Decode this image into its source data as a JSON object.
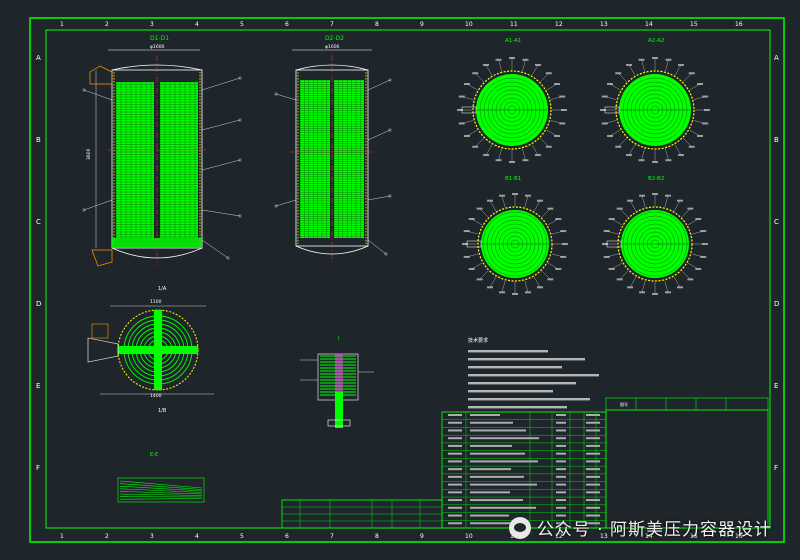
{
  "colors": {
    "bg": "#1f262b",
    "frame": "#00ff00",
    "green": "#00ff00",
    "yellow": "#ffff00",
    "white": "#ffffff",
    "red": "#ff3030",
    "cyan": "#00ffff",
    "magenta": "#ff40ff",
    "orange": "#ff9900"
  },
  "grid": {
    "top_numbers": [
      "1",
      "2",
      "3",
      "4",
      "5",
      "6",
      "7",
      "8",
      "9",
      "10",
      "11",
      "12",
      "13",
      "14",
      "15",
      "16"
    ],
    "side_letters": [
      "A",
      "B",
      "C",
      "D",
      "E",
      "F"
    ]
  },
  "views": {
    "left_vessel_title": "D1-D1",
    "mid_vessel_title": "D2-D2",
    "dim_width_1": "φ1600",
    "dim_height_1": "3600",
    "dim_width_2": "φ1600",
    "circle_a1": "A1-A1",
    "circle_a2": "A2-A2",
    "circle_b1": "B1-B1",
    "circle_b2": "B2-B2",
    "plan_label_top": "1/A",
    "plan_label_bottom": "1/B",
    "plan_dim_1": "1100",
    "plan_dim_2": "1400",
    "detail_title": "I",
    "coil_title": "E-E"
  },
  "notes": {
    "title": "技术要求"
  },
  "title_block": {
    "label": "图号"
  },
  "parts_list": {
    "rows": [
      "1",
      "2",
      "3",
      "4",
      "5",
      "6",
      "7",
      "8",
      "9",
      "10",
      "11",
      "12",
      "13",
      "14",
      "15"
    ]
  },
  "watermark": {
    "text": "公众号 · 阿斯美压力容器设计"
  }
}
